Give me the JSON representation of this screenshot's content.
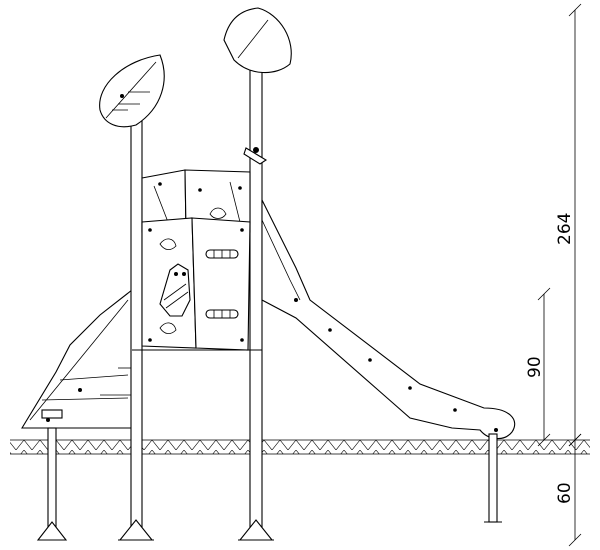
{
  "dimensions": {
    "overall_height": "264",
    "platform_height": "90",
    "foundation_depth": "60"
  },
  "icons": [
    "leaf-roof-icon",
    "owl-icon",
    "leaf-icon"
  ]
}
